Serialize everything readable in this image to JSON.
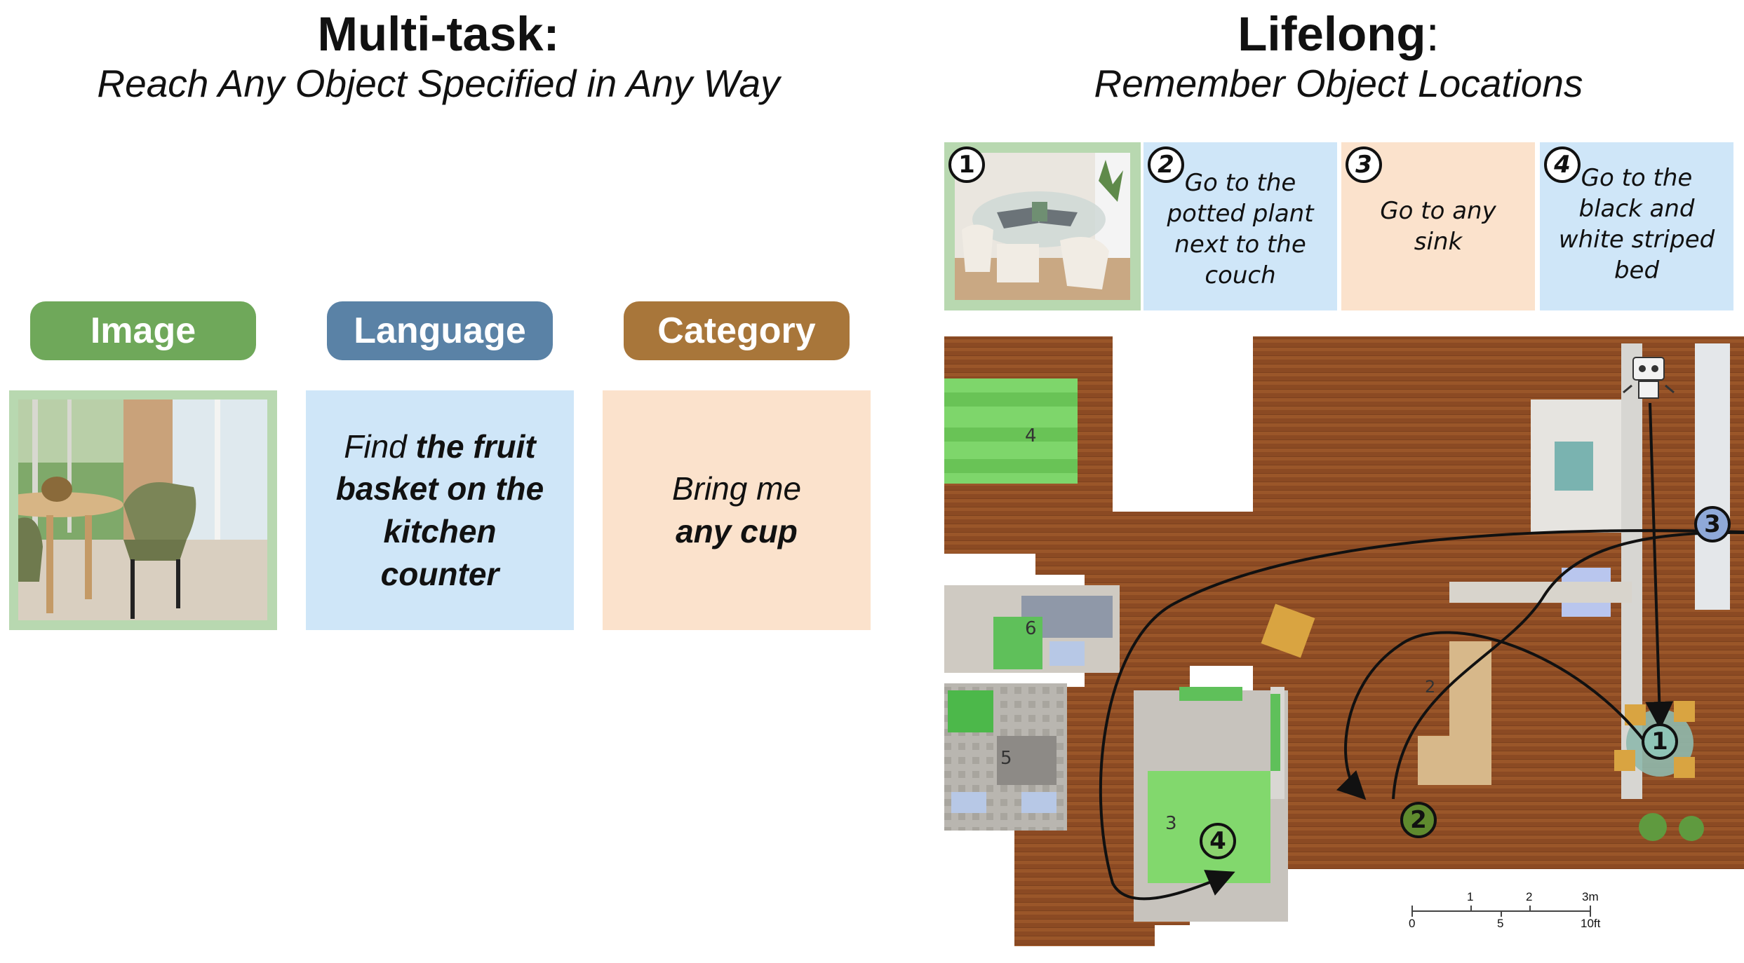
{
  "left": {
    "title": "Multi-task:",
    "subtitle": "Reach Any Object Specified in Any Way",
    "modalities": [
      {
        "label": "Image",
        "color": "#6fa85a"
      },
      {
        "label": "Language",
        "color": "#5a82a6"
      },
      {
        "label": "Category",
        "color": "#a8763a"
      }
    ],
    "language_card": {
      "prefix": "Find ",
      "bold": "the fruit basket on the kitchen counter"
    },
    "category_card": {
      "prefix": "Bring me",
      "bold": "any cup"
    }
  },
  "right": {
    "title": "Lifelong",
    "title_suffix": ":",
    "subtitle": "Remember Object Locations",
    "tasks": [
      {
        "num": "1",
        "text": ""
      },
      {
        "num": "2",
        "text": "Go to the potted plant next to the couch"
      },
      {
        "num": "3",
        "text": "Go to any sink"
      },
      {
        "num": "4",
        "text": "Go to the black and white striped bed"
      }
    ],
    "room_numbers": [
      "4",
      "6",
      "5",
      "3",
      "2"
    ],
    "markers": [
      "1",
      "2",
      "3",
      "4"
    ],
    "scale": {
      "top": [
        "1",
        "2",
        "3m"
      ],
      "bottom": [
        "0",
        "5",
        "10ft"
      ]
    }
  },
  "colors": {
    "image": "#b8d8b0",
    "language": "#cfe6f8",
    "category": "#fbe2cc"
  }
}
